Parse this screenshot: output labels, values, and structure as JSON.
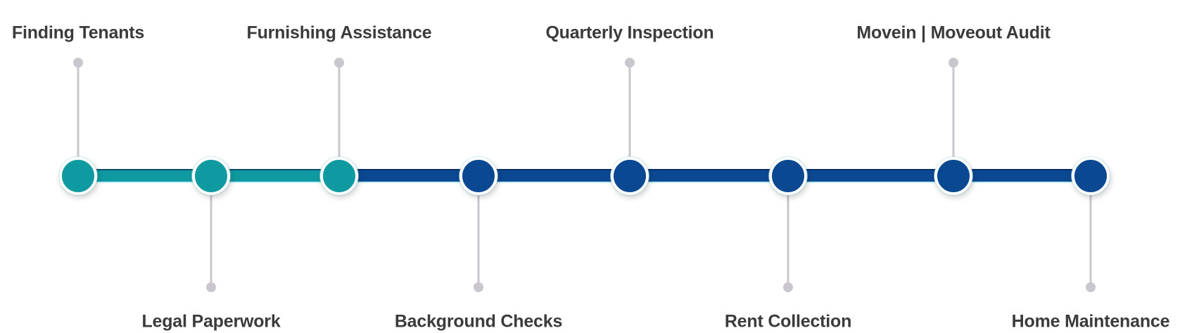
{
  "title": "Property management service timeline",
  "colors": {
    "teal": "#0e9aa0",
    "teal_edge_top": "#0d4f6a",
    "navy": "#0b4892",
    "navy_edge_top": "#0a2f66",
    "edge_bottom": "#bdeff5",
    "stem": "#c9c7cd",
    "label": "#3b3b3d"
  },
  "steps": [
    {
      "label": "Finding Tenants",
      "side": "top",
      "color": "teal"
    },
    {
      "label": "Legal Paperwork",
      "side": "bottom",
      "color": "teal"
    },
    {
      "label": "Furnishing Assistance",
      "side": "top",
      "color": "teal"
    },
    {
      "label": "Background Checks",
      "side": "bottom",
      "color": "navy"
    },
    {
      "label": "Quarterly Inspection",
      "side": "top",
      "color": "navy"
    },
    {
      "label": "Rent Collection",
      "side": "bottom",
      "color": "navy"
    },
    {
      "label": "Movein | Moveout Audit",
      "side": "top",
      "color": "navy"
    },
    {
      "label": "Home Maintenance",
      "side": "bottom",
      "color": "navy"
    }
  ]
}
